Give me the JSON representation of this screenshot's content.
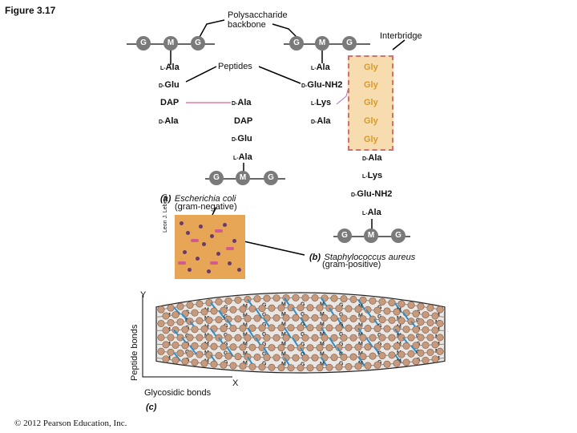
{
  "figure_title": "Figure 3.17",
  "labels": {
    "polysaccharide_line1": "Polysaccharide",
    "polysaccharide_line2": "backbone",
    "interbridge": "Interbridge",
    "peptides": "Peptides",
    "peptide_bonds": "Peptide bonds",
    "glycosidic_bonds": "Glycosidic bonds",
    "axis_x": "X",
    "axis_y": "Y"
  },
  "residues": {
    "G": "G",
    "M": "M",
    "l_prefix": "L-",
    "d_prefix": "D-",
    "ala": "Ala",
    "glu": "Glu",
    "dap": "DAP",
    "lys": "Lys",
    "glu_nh2": "Glu-NH2",
    "gly": "Gly"
  },
  "panel_a": {
    "letter": "(a)",
    "organism": "Escherichia coli",
    "type": "(gram-negative)",
    "photo_credit": "Leon J. Lebeau"
  },
  "panel_b": {
    "letter": "(b)",
    "organism": "Staphylococcus aureus",
    "type": "(gram-positive)"
  },
  "panel_c": {
    "letter": "(c)"
  },
  "copyright": "© 2012 Pearson Education, Inc.",
  "colors": {
    "node_gray": "#7a7a7a",
    "interbridge_fill": "#f6dcae",
    "interbridge_border": "#d0706f",
    "gly_text": "#d99a2a",
    "sugar_bead": "#c89a7d",
    "peptide_bond": "#2e8fc8"
  }
}
